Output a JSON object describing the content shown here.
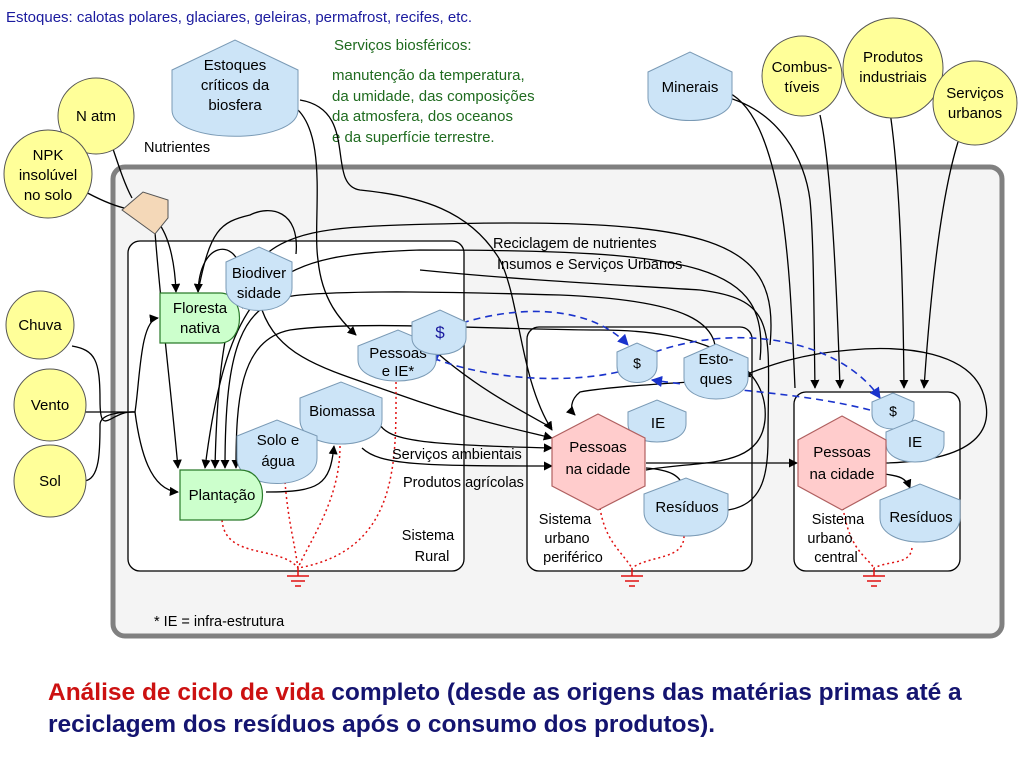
{
  "top_note": "Estoques: calotas polares, glaciares, geleiras, permafrost, recifes, etc.",
  "biosphere_services": {
    "title": "Serviços biosféricos:",
    "lines": [
      "manutenção da temperatura,",
      "da umidade, das composições",
      "da atmosfera, dos oceanos",
      "e da superfície terrestre."
    ]
  },
  "sources": {
    "estoques_criticos": [
      "Estoques",
      "críticos da",
      "biosfera"
    ],
    "n_atm": "N atm",
    "npk": [
      "NPK",
      "insolúvel",
      "no solo"
    ],
    "chuva": "Chuva",
    "vento": "Vento",
    "sol": "Sol",
    "minerais": "Minerais",
    "combustiveis": [
      "Combus-",
      "tíveis"
    ],
    "produtos_industriais": [
      "Produtos",
      "industriais"
    ],
    "servicos_urbanos": [
      "Serviços",
      "urbanos"
    ]
  },
  "labels": {
    "nutrientes": "Nutrientes",
    "reciclagem": "Reciclagem de nutrientes",
    "insumos": "Insumos e Serviços Urbanos",
    "servicos_ambientais": "Serviços ambientais",
    "produtos_agricolas": "Produtos agrícolas",
    "footnote": "* IE = infra-estrutura"
  },
  "rural": {
    "floresta": [
      "Floresta",
      "nativa"
    ],
    "biodiversidade": [
      "Biodiver",
      "sidade"
    ],
    "pessoas_ie": [
      "Pessoas",
      "e IE*"
    ],
    "dollar": "$",
    "biomassa": "Biomassa",
    "solo_agua": [
      "Solo e",
      "água"
    ],
    "plantacao": "Plantação",
    "system_label": [
      "Sistema",
      "Rural"
    ]
  },
  "periferico": {
    "dollar": "$",
    "estoques": [
      "Esto-",
      "ques"
    ],
    "ie": "IE",
    "pessoas": [
      "Pessoas",
      "na cidade"
    ],
    "residuos": "Resíduos",
    "system_label": [
      "Sistema",
      "urbano",
      "periférico"
    ]
  },
  "central": {
    "dollar": "$",
    "ie": "IE",
    "pessoas": [
      "Pessoas",
      "na cidade"
    ],
    "residuos": "Resíduos",
    "system_label": [
      "Sistema",
      "urbano",
      "central"
    ]
  },
  "caption": {
    "red": "Análise de ciclo de vida",
    "rest": " completo (desde as origens das matérias primas até a reciclagem dos resíduos após o consumo dos produtos)."
  },
  "colors": {
    "source_fill": "#ffff99",
    "storage_fill": "#cce4f7",
    "producer_fill": "#ccffcc",
    "consumer_fill": "#ffcccc",
    "flow_dashed_blue": "#1a33cc",
    "heat_sink_red": "#e01010",
    "frame_gray": "#808080",
    "caption_red": "#cc1111",
    "caption_blue": "#141470"
  }
}
